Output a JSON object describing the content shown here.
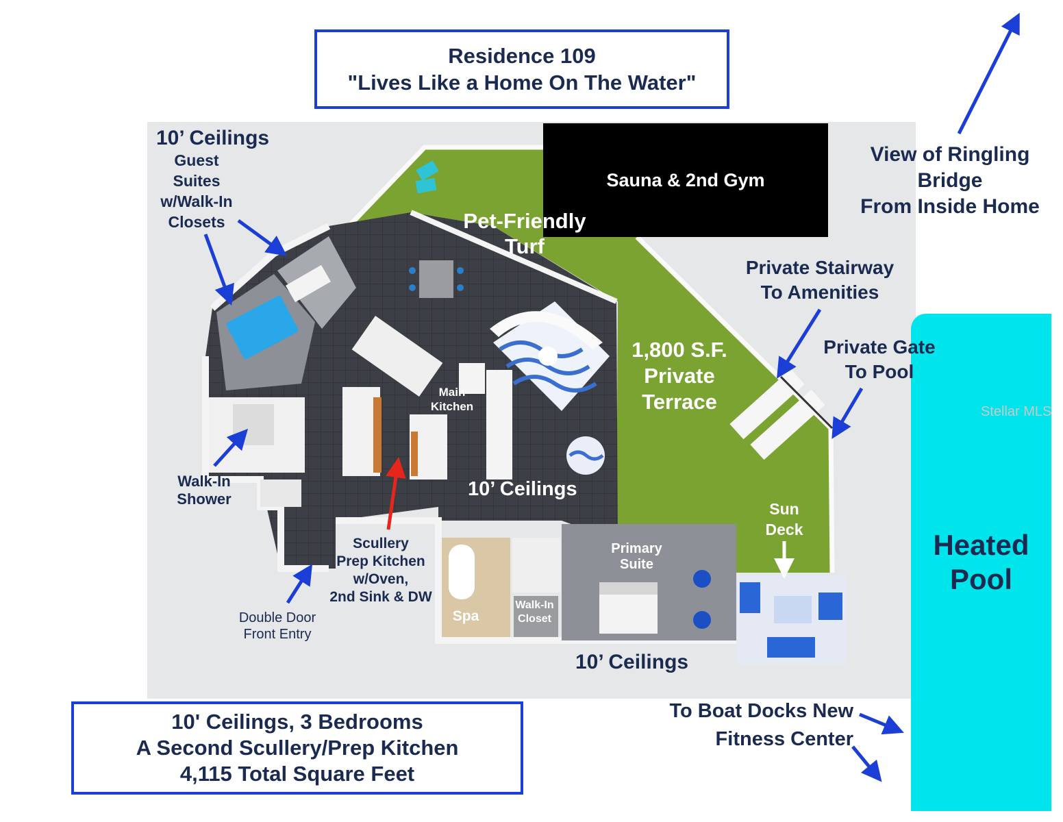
{
  "title": {
    "line1": "Residence 109",
    "line2": "\"Lives Like a Home On The Water\""
  },
  "summary": {
    "line1": "10' Ceilings, 3 Bedrooms",
    "line2": "A Second Scullery/Prep Kitchen",
    "line3": "4,115 Total Square Feet"
  },
  "labels": {
    "ceilings_top": "10’ Ceilings",
    "guest_suites": [
      "Guest",
      "Suites",
      "w/Walk-In",
      "Closets"
    ],
    "walk_in_shower": [
      "Walk-In",
      "Shower"
    ],
    "double_door": [
      "Double Door",
      "Front Entry"
    ],
    "scullery": [
      "Scullery",
      "Prep Kitchen",
      "w/Oven,",
      "2nd Sink & DW"
    ],
    "main_kitchen": [
      "Main",
      "Kitchen"
    ],
    "ceilings_center": "10’ Ceilings",
    "pet_turf": [
      "Pet-Friendly",
      "Turf"
    ],
    "sauna": "Sauna & 2nd Gym",
    "terrace": [
      "1,800 S.F.",
      "Private",
      "Terrace"
    ],
    "private_stairway": [
      "Private Stairway",
      "To Amenities"
    ],
    "private_gate": [
      "Private Gate",
      "To Pool"
    ],
    "view_bridge": [
      "View of Ringling",
      "Bridge",
      "From Inside Home"
    ],
    "sun_deck": [
      "Sun",
      "Deck"
    ],
    "primary_suite": [
      "Primary",
      "Suite"
    ],
    "spa": "Spa",
    "walk_in_closet": [
      "Walk-In",
      "Closet"
    ],
    "ceilings_bottom": "10’ Ceilings",
    "boat_docks": [
      "To Boat Docks New",
      "Fitness Center"
    ],
    "pool": [
      "Heated",
      "Pool"
    ],
    "watermark": "Stellar MLS"
  },
  "colors": {
    "accent_blue": "#1b3fd6",
    "turf_green": "#7ba332",
    "pool_cyan": "#00e5ec",
    "floor_dark": "#3a3d42",
    "label_navy": "#1a2a50",
    "arrow_red": "#e5261c"
  }
}
